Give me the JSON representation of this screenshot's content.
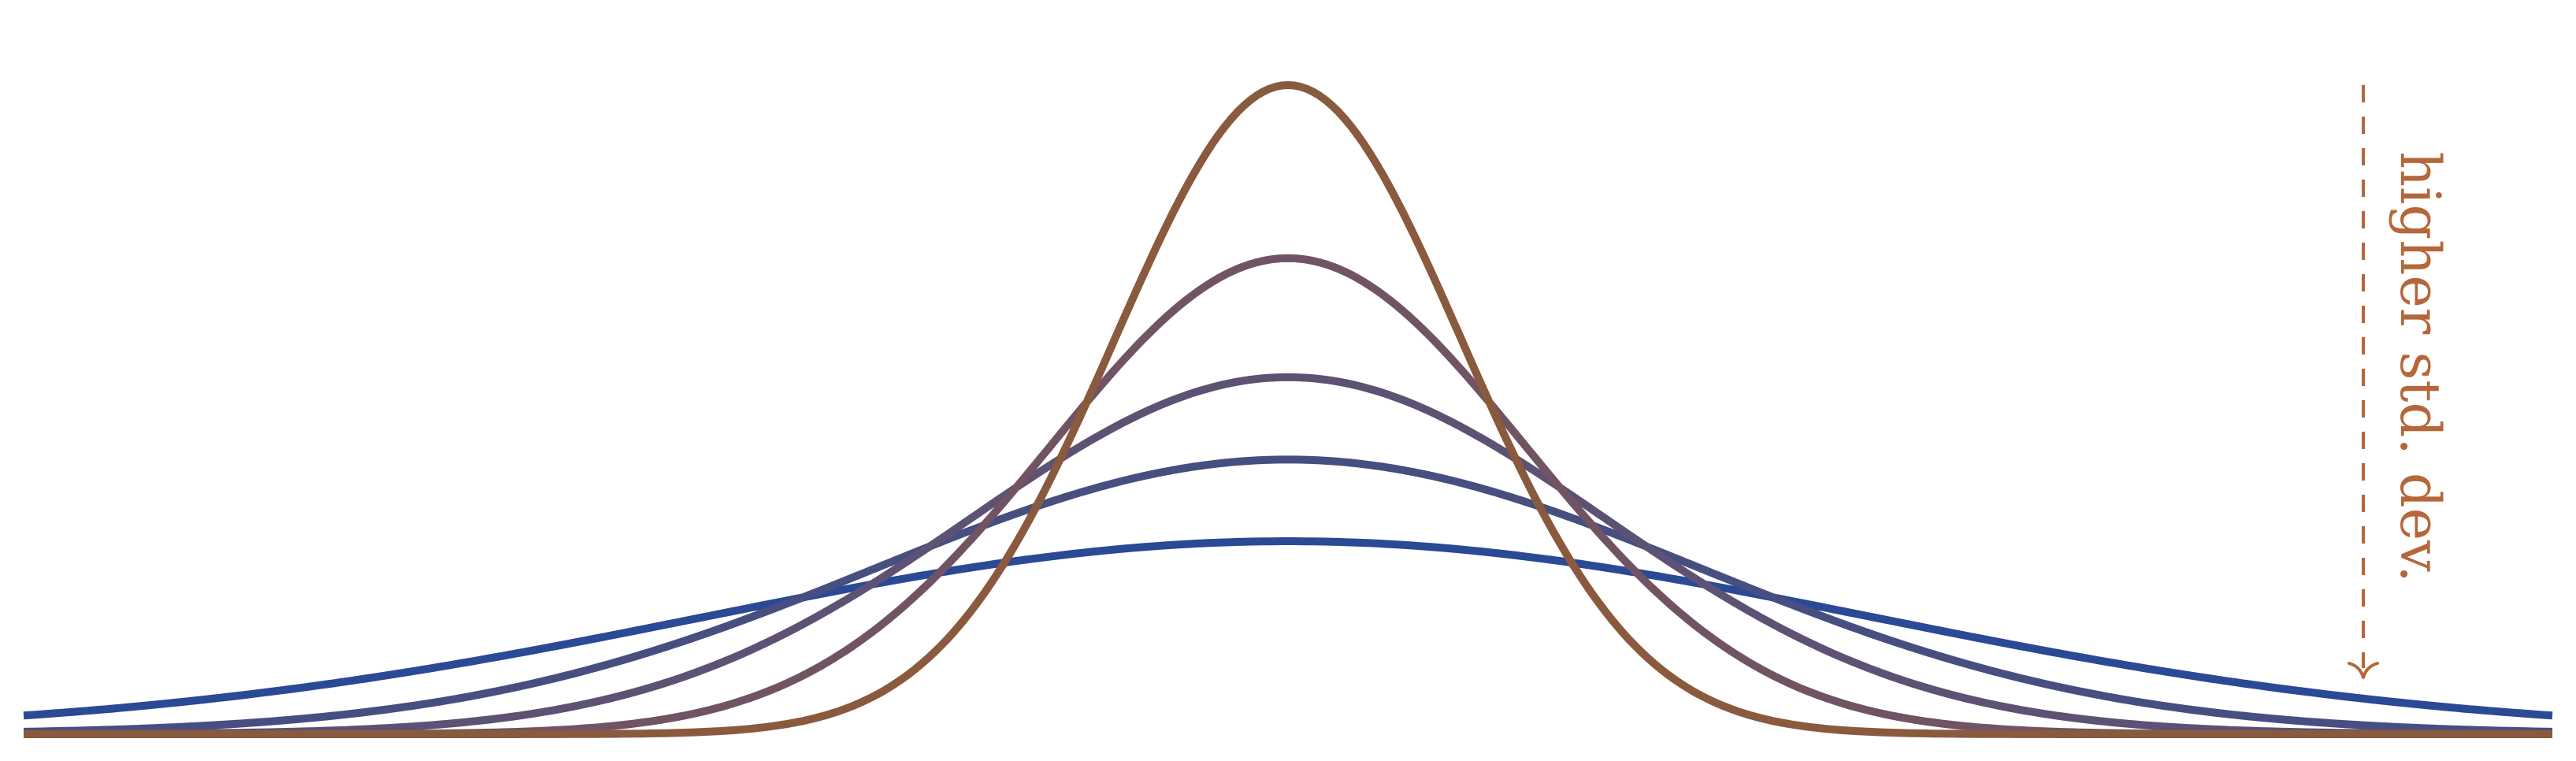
{
  "annotation": {
    "label": "higher std. dev.",
    "color": "#b5673a"
  },
  "colors": {
    "narrow": "#8a5a3e",
    "wide": "#2a4a96",
    "gradient_start": "#2a4a96",
    "gradient_end": "#8a5a3e"
  },
  "chart_data": {
    "type": "line",
    "description_of_series": "five normal distribution curves sharing the same mean with increasing standard deviation",
    "x": {
      "min": -4,
      "max": 4
    },
    "mean": 0,
    "series": [
      {
        "sigma": 0.55,
        "color": "#8a5a3e"
      },
      {
        "sigma": 0.75,
        "color": "#705464"
      },
      {
        "sigma": 1.0,
        "color": "#5d5273"
      },
      {
        "sigma": 1.3,
        "color": "#464f80"
      },
      {
        "sigma": 1.85,
        "color": "#2a4a96"
      }
    ],
    "axes_shown": false,
    "grid": false
  }
}
